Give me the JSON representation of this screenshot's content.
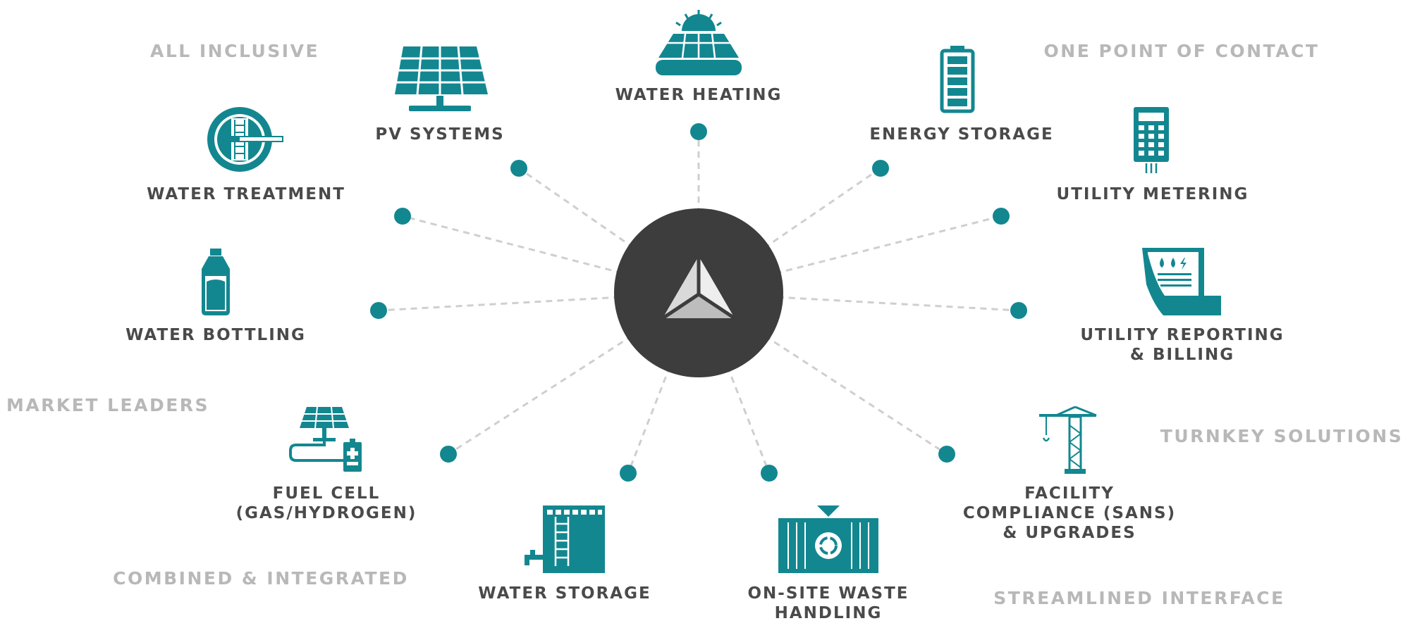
{
  "colors": {
    "teal": "#138790",
    "hub": "#3d3d3d",
    "line": "#cfcfcf",
    "label": "#4a4a4a",
    "tagline": "#b8b8b8"
  },
  "hub": {
    "icon": "triangle-logo-icon"
  },
  "services": [
    {
      "label": "WATER HEATING",
      "icon": "solar-water-heater-icon"
    },
    {
      "label": "ENERGY STORAGE",
      "icon": "battery-icon"
    },
    {
      "label": "UTILITY METERING",
      "icon": "utility-meter-icon"
    },
    {
      "label": "UTILITY REPORTING & BILLING",
      "icon": "billing-document-icon"
    },
    {
      "label": "FACILITY COMPLIANCE (SANS) & UPGRADES",
      "icon": "construction-crane-icon"
    },
    {
      "label": "ON-SITE WASTE HANDLING",
      "icon": "recycling-container-icon"
    },
    {
      "label": "WATER STORAGE",
      "icon": "water-tank-icon"
    },
    {
      "label": "FUEL CELL (GAS/HYDROGEN)",
      "icon": "fuel-cell-icon"
    },
    {
      "label": "WATER BOTTLING",
      "icon": "water-bottle-icon"
    },
    {
      "label": "WATER TREATMENT",
      "icon": "water-treatment-icon"
    },
    {
      "label": "PV SYSTEMS",
      "icon": "solar-panel-icon"
    }
  ],
  "taglines": [
    "ALL INCLUSIVE",
    "ONE POINT OF CONTACT",
    "MARKET LEADERS",
    "TURNKEY SOLUTIONS",
    "COMBINED & INTEGRATED",
    "STREAMLINED INTERFACE"
  ]
}
